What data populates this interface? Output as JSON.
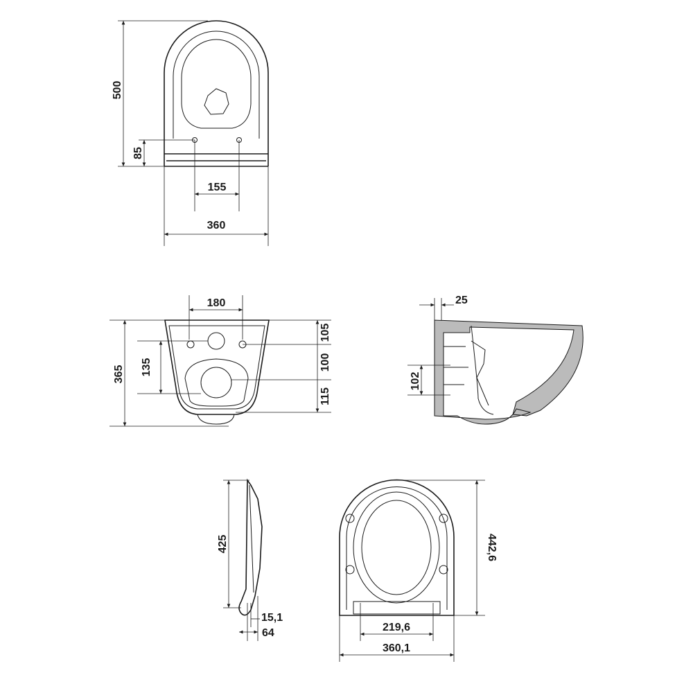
{
  "title": "Wall-hung toilet technical drawing",
  "top_view": {
    "height": "500",
    "outlet_height": "85",
    "bolt_spacing": "155",
    "width": "360"
  },
  "front_view": {
    "bolt_spacing": "180",
    "total_height": "365",
    "inner_height": "135",
    "seg_top": "105",
    "seg_mid": "100",
    "seg_bottom": "115"
  },
  "side_view": {
    "wall_offset": "25",
    "outlet_height": "102"
  },
  "seat_side": {
    "length": "425",
    "thickness": "15,1",
    "depth": "64"
  },
  "seat_top": {
    "length": "442,6",
    "hinge_spacing": "219,6",
    "width": "360,1"
  }
}
